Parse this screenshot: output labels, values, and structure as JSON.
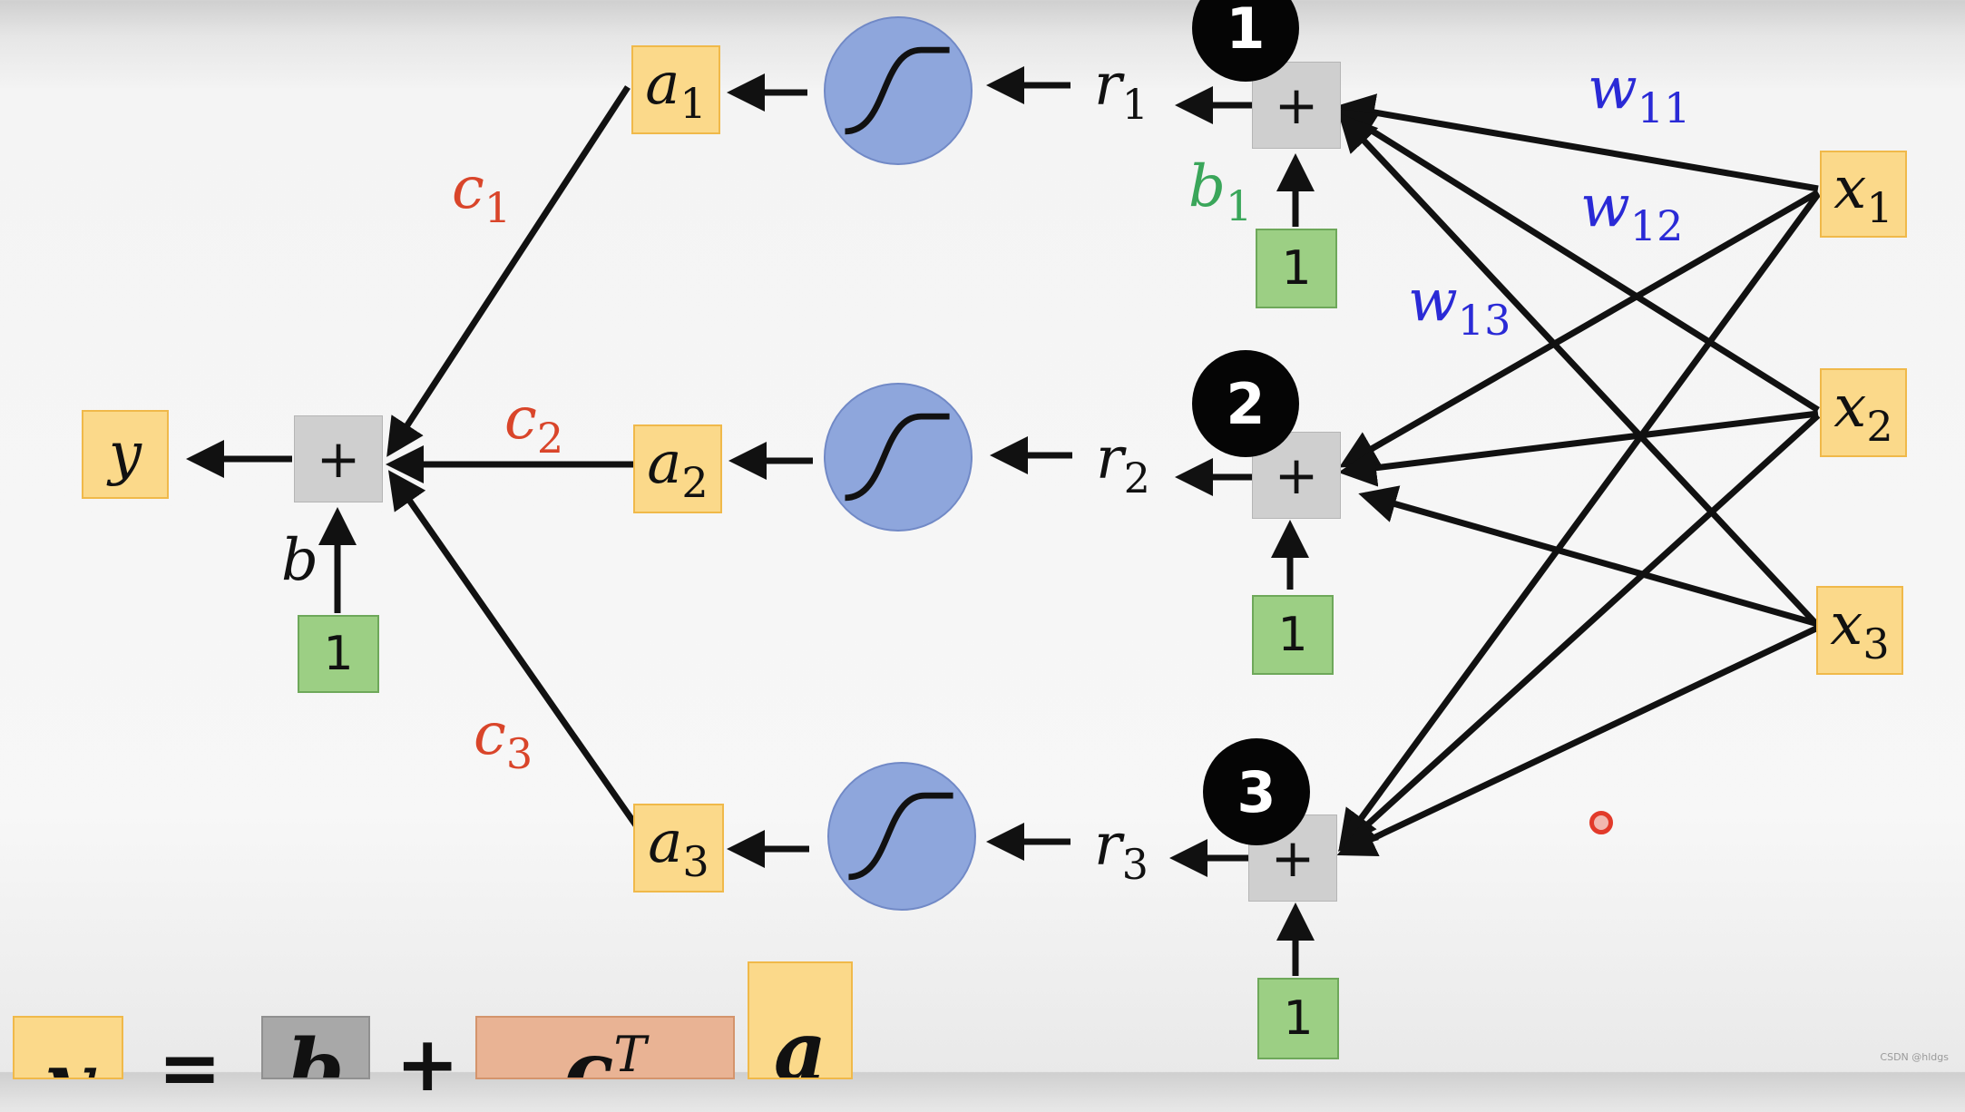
{
  "output": {
    "var": "y"
  },
  "output_sum": {
    "symbol": "+",
    "bias_label": "b",
    "bias_input": "1"
  },
  "output_weights": [
    {
      "var": "c",
      "sub": "1"
    },
    {
      "var": "c",
      "sub": "2"
    },
    {
      "var": "c",
      "sub": "3"
    }
  ],
  "hidden": [
    {
      "badge": "1",
      "a_var": "a",
      "a_sub": "1",
      "r_var": "r",
      "r_sub": "1",
      "sum": "+",
      "bias_input": "1"
    },
    {
      "badge": "2",
      "a_var": "a",
      "a_sub": "2",
      "r_var": "r",
      "r_sub": "2",
      "sum": "+",
      "bias_input": "1"
    },
    {
      "badge": "3",
      "a_var": "a",
      "a_sub": "3",
      "r_var": "r",
      "r_sub": "3",
      "sum": "+",
      "bias_input": "1"
    }
  ],
  "hidden_bias_label": {
    "var": "b",
    "sub": "1"
  },
  "input_weights": [
    {
      "var": "w",
      "sub": "11"
    },
    {
      "var": "w",
      "sub": "12"
    },
    {
      "var": "w",
      "sub": "13"
    }
  ],
  "inputs": [
    {
      "var": "x",
      "sub": "1"
    },
    {
      "var": "x",
      "sub": "2"
    },
    {
      "var": "x",
      "sub": "3"
    }
  ],
  "equation": {
    "lhs": "y",
    "eq": "=",
    "b": "b",
    "plus": "+",
    "c": "c",
    "c_sup": "T",
    "a": "a"
  },
  "colors": {
    "weight_c": "#d9452a",
    "weight_w": "#2a2ad6",
    "bias_b1": "#3aa65a",
    "variable_box": "#fbd98a",
    "constant_box": "#9ccf84",
    "sum_box": "#cfcfcf",
    "sigmoid": "#8ea6dc"
  },
  "watermark": "CSDN @hldgs"
}
